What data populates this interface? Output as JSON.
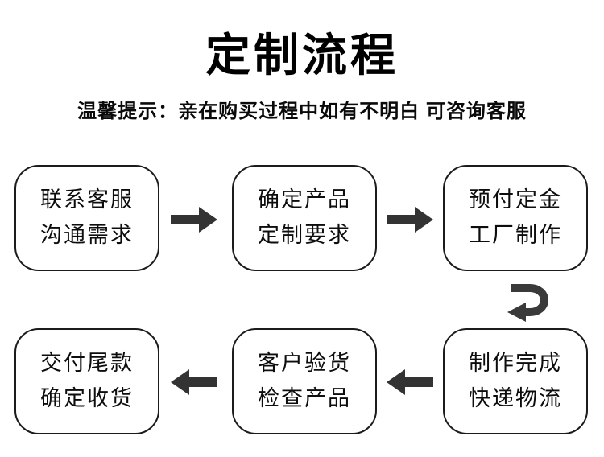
{
  "page": {
    "title": "定制流程",
    "subtitle": "温馨提示：亲在购买过程中如有不明白 可咨询客服"
  },
  "flow": {
    "steps": [
      {
        "line1": "联系客服",
        "line2": "沟通需求"
      },
      {
        "line1": "确定产品",
        "line2": "定制要求"
      },
      {
        "line1": "预付定金",
        "line2": "工厂制作"
      },
      {
        "line1": "制作完成",
        "line2": "快递物流"
      },
      {
        "line1": "客户验货",
        "line2": "检查产品"
      },
      {
        "line1": "交付尾款",
        "line2": "确定收货"
      }
    ],
    "icons": {
      "forward": "arrow-right-icon",
      "backward": "arrow-left-icon",
      "turn_down": "u-turn-down-arrow-icon"
    }
  },
  "colors": {
    "background": "#ffffff",
    "box_border": "#1b1b1b",
    "text": "#0d0d0d",
    "arrow": "#333333",
    "hook_arrow": "#3a3a3a"
  }
}
